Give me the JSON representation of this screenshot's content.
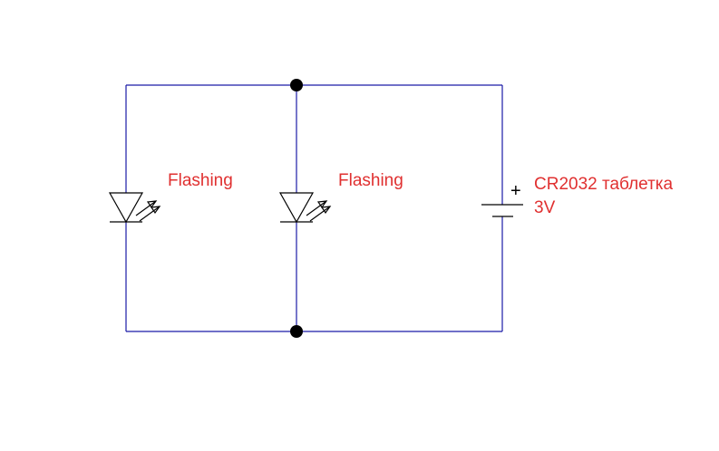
{
  "labels": {
    "led1": "Flashing",
    "led2": "Flashing",
    "battery_name": "CR2032 таблетка",
    "battery_voltage": "3V",
    "battery_polarity": "+"
  },
  "colors": {
    "wire": "#1a1aa6",
    "component": "#000000",
    "label": "#e03030",
    "background": "#ffffff"
  }
}
